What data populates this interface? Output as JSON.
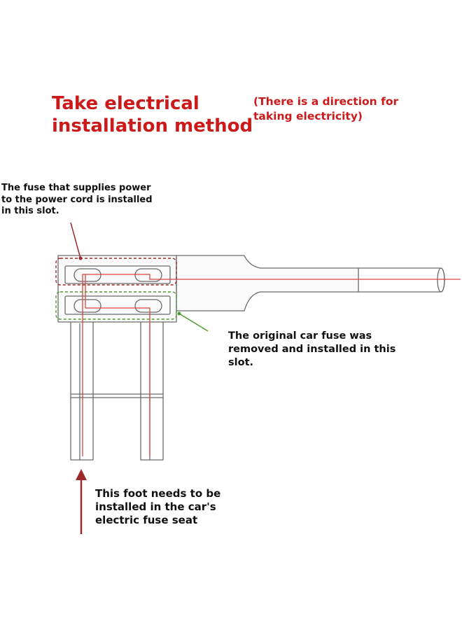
{
  "title": "Take electrical installation method",
  "subtitle": "(There is a direction for taking electricity)",
  "annotations": {
    "upper_slot": "The fuse that supplies power to the power cord is installed in this slot.",
    "lower_slot": "The original car fuse was removed and installed in this slot.",
    "foot": "This foot needs to be installed in the car's electric fuse seat"
  },
  "colors": {
    "title": "#cc1a1a",
    "outline": "#6b6b6b",
    "wire": "#d94444",
    "upper_slot_marker": "#9c2a2a",
    "lower_slot_marker": "#4f9a2f",
    "arrow": "#9c2a2a",
    "body_fill": "#fafafa"
  }
}
